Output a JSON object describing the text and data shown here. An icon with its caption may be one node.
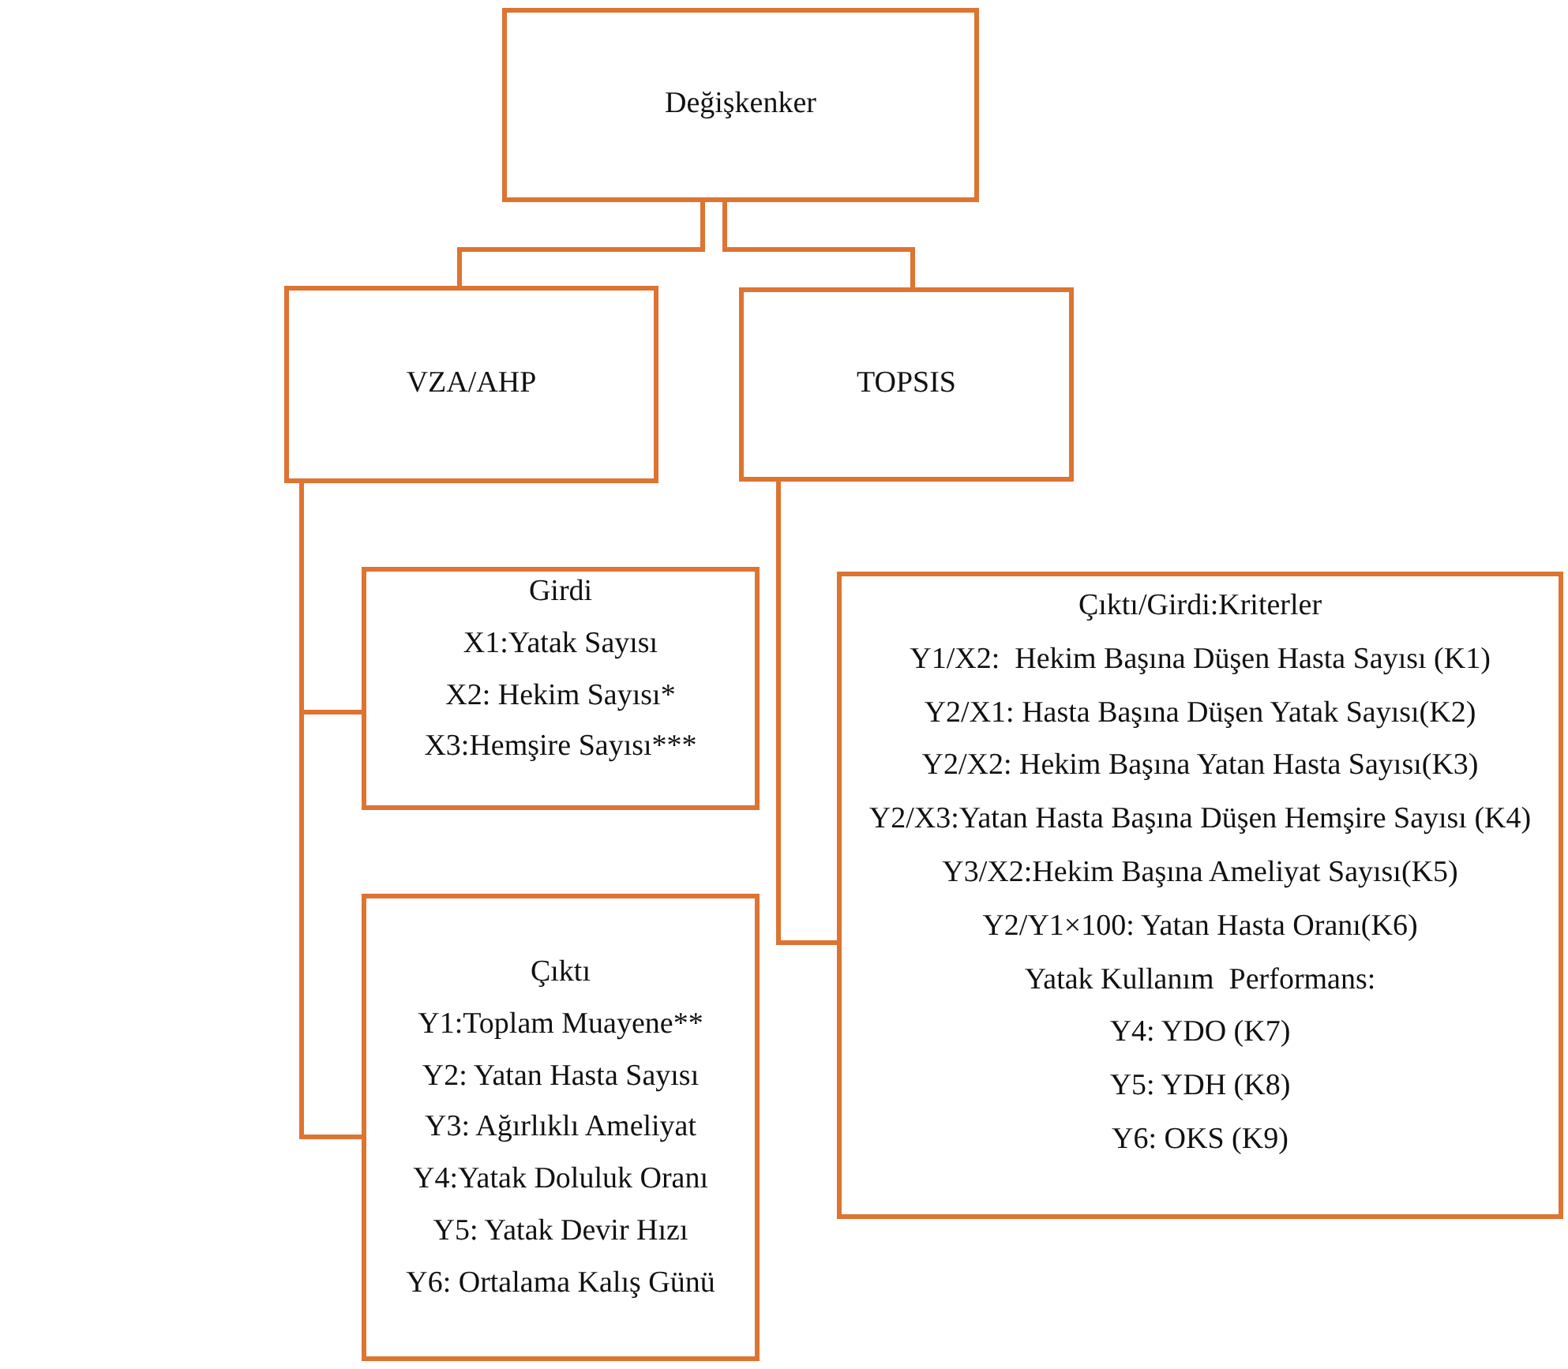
{
  "diagram": {
    "nodes": [
      {
        "text": [
          "Değişkenker"
        ]
      },
      {
        "text": [
          "VZA/AHP"
        ]
      },
      {
        "text": [
          "TOPSIS"
        ]
      },
      {
        "text": [
          "Girdi",
          "X1:Yatak Sayısı",
          "X2: Hekim Sayısı*",
          "X3:Hemşire Sayısı***"
        ]
      },
      {
        "text": [
          "Çıktı",
          "Y1:Toplam Muayene**",
          "Y2: Yatan Hasta Sayısı",
          "Y3: Ağırlıklı Ameliyat",
          "Y4:Yatak Doluluk Oranı",
          "Y5: Yatak Devir Hızı",
          "Y6: Ortalama Kalış Günü"
        ]
      },
      {
        "text": [
          "Çıktı/Girdi:Kriterler",
          "Y1/X2:  Hekim Başına Düşen Hasta Sayısı (K1)",
          "Y2/X1: Hasta Başına Düşen Yatak Sayısı(K2)",
          "Y2/X2: Hekim Başına Yatan Hasta Sayısı(K3)",
          "Y2/X3:Yatan Hasta Başına Düşen Hemşire Sayısı (K4)",
          "Y3/X2:Hekim Başına Ameliyat Sayısı(K5)",
          "Y2/Y1×100: Yatan Hasta Oranı(K6)",
          "Yatak Kullanım  Performans:",
          "Y4: YDO (K7)",
          "Y5: YDH (K8)",
          "Y6: OKS (K9)"
        ]
      }
    ],
    "edges": [
      {
        "from": 0,
        "to": 1,
        "arrow": "none"
      },
      {
        "from": 0,
        "to": 2,
        "arrow": "none"
      },
      {
        "from": 1,
        "to": 3,
        "arrow": "none"
      },
      {
        "from": 1,
        "to": 4,
        "arrow": "none"
      },
      {
        "from": 2,
        "to": 5,
        "arrow": "none"
      }
    ]
  }
}
